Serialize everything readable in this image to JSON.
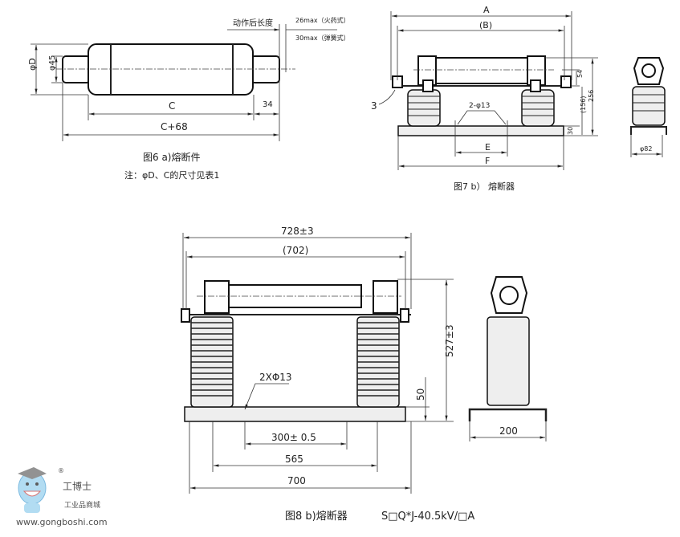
{
  "fig6": {
    "caption": "图6 a)熔断件",
    "note": "注：φD、C的尺寸见表1",
    "label_phiD": "φD",
    "label_phi45": "φ45",
    "label_C": "C",
    "label_34": "34",
    "label_C68": "C+68",
    "label_after_action_length": "动作后长度",
    "label_26max": "26max（火药式）",
    "label_30max": "30max（弹簧式）"
  },
  "fig7": {
    "caption": "图7  b）  熔断器",
    "label_A": "A",
    "label_B": "(B)",
    "label_3": "3",
    "label_holes": "2-φ13",
    "label_E": "E",
    "label_F": "F",
    "label_54": "54",
    "label_156": "(156)",
    "label_256": "256",
    "label_30": "30",
    "label_phi82": "φ82"
  },
  "fig8": {
    "caption": "图8 b)熔断器",
    "model": "S□Q*J-40.5kV/□A",
    "label_728": "728±3",
    "label_702": "(702)",
    "label_527": "527±3",
    "label_50": "50",
    "label_holes": "2XΦ13",
    "label_300": "300± 0.5",
    "label_565": "565",
    "label_700": "700",
    "label_200": "200"
  },
  "watermark": {
    "brand": "工博士",
    "subtitle": "工业品商城",
    "url": "www.gongboshi.com",
    "registered": "®"
  }
}
